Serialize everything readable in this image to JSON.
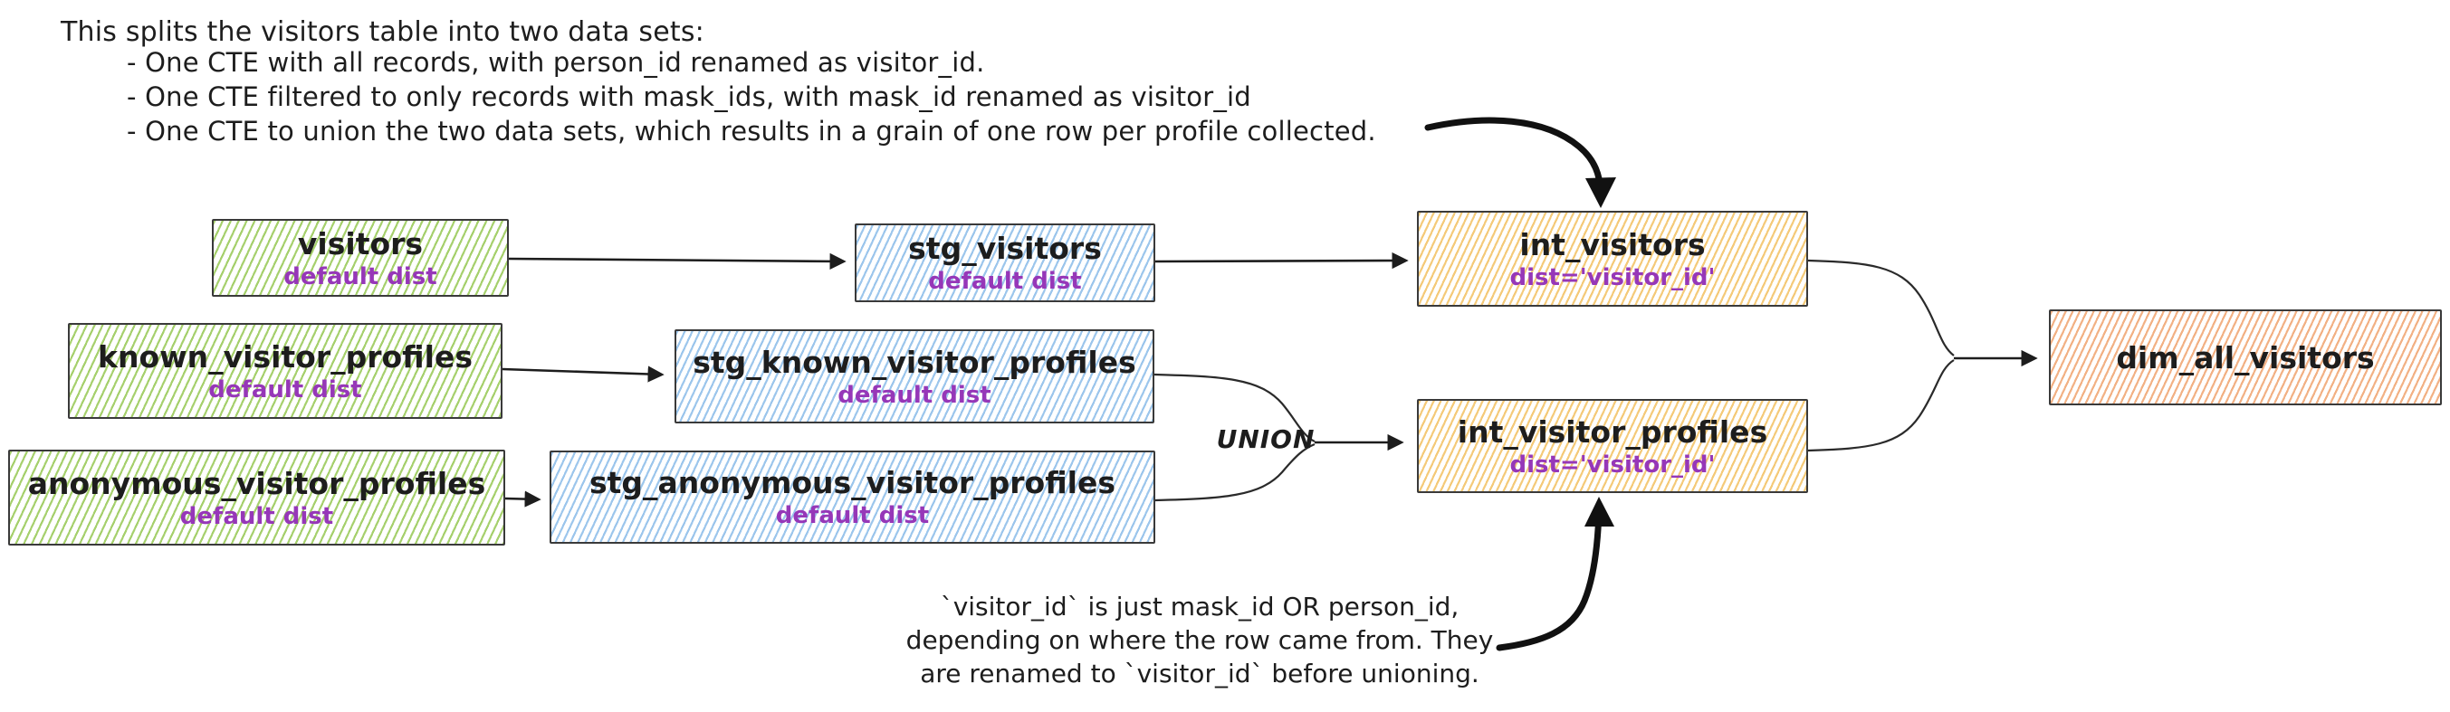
{
  "colors": {
    "ink": "#1d1d1d",
    "purple": "#9637b8",
    "green": "#a6d06d",
    "blue": "#9cc6ec",
    "yellow": "#f4ca79",
    "orange": "#f2b184"
  },
  "notes": {
    "top": {
      "intro": "This splits the visitors table into two data sets:",
      "bullets": [
        "- One CTE with all records, with person_id renamed as visitor_id.",
        "- One CTE filtered to only records with mask_ids, with mask_id renamed as visitor_id",
        "- One CTE to union the two data sets, which results in a grain of one row per profile collected."
      ]
    },
    "bottom": {
      "lines": [
        "`visitor_id` is just mask_id OR person_id,",
        "depending on where the row came from. They",
        "are renamed to `visitor_id` before unioning."
      ]
    }
  },
  "labels": {
    "union": "UNION"
  },
  "nodes": {
    "visitors": {
      "title": "visitors",
      "subtitle": "default dist"
    },
    "stg_visitors": {
      "title": "stg_visitors",
      "subtitle": "default dist"
    },
    "int_visitors": {
      "title": "int_visitors",
      "subtitle": "dist='visitor_id'"
    },
    "known_visitor_profiles": {
      "title": "known_visitor_profiles",
      "subtitle": "default dist"
    },
    "stg_known_visitor_profiles": {
      "title": "stg_known_visitor_profiles",
      "subtitle": "default dist"
    },
    "anonymous_visitor_profiles": {
      "title": "anonymous_visitor_profiles",
      "subtitle": "default dist"
    },
    "stg_anonymous_visitor_profiles": {
      "title": "stg_anonymous_visitor_profiles",
      "subtitle": "default dist"
    },
    "int_visitor_profiles": {
      "title": "int_visitor_profiles",
      "subtitle": "dist='visitor_id'"
    },
    "dim_all_visitors": {
      "title": "dim_all_visitors"
    }
  }
}
